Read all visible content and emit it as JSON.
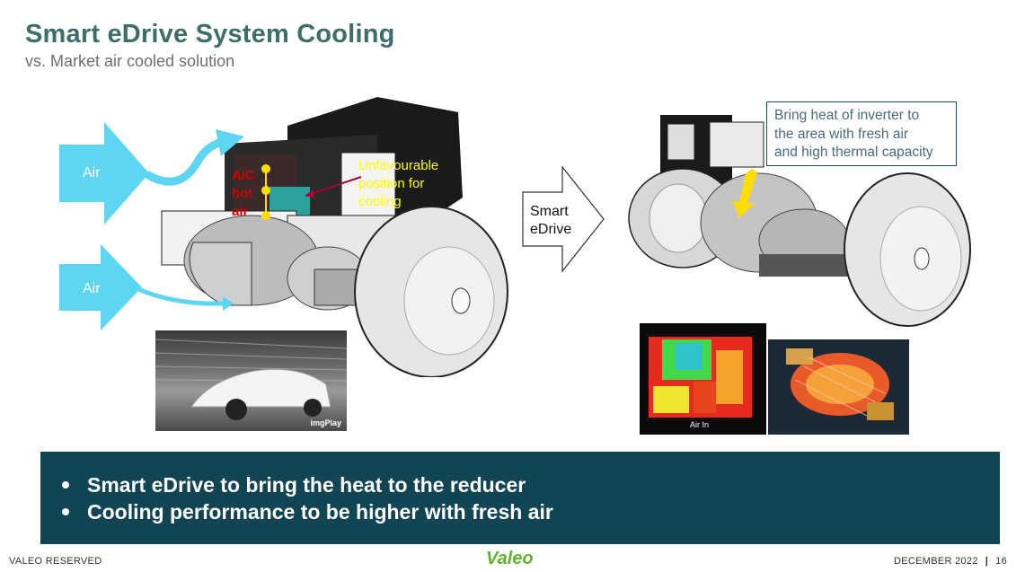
{
  "slide": {
    "title": "Smart eDrive System Cooling",
    "subtitle": "vs. Market air cooled solution"
  },
  "left_diagram": {
    "air_top_label": "Air",
    "air_bottom_label": "Air",
    "hot_air_label": "A/C\nhot\nair",
    "unfavourable_label": "Unfavourable\nposition for\ncooling"
  },
  "middle": {
    "smart_label": "Smart\neDrive"
  },
  "right_diagram": {
    "callout": "Bring heat of inverter to\nthe area with fresh air\nand high thermal capacity",
    "thermal_caption": "Air In"
  },
  "wind_tunnel_photo": {
    "watermark": "imgPlay"
  },
  "banner": {
    "bullets": [
      "Smart eDrive to bring the heat to the reducer",
      "Cooling performance to be higher with fresh air"
    ]
  },
  "footer": {
    "left": "VALEO RESERVED",
    "logo": "Valeo",
    "date": "DECEMBER 2022",
    "separator": "|",
    "page": "16"
  },
  "colors": {
    "title": "#3d6e69",
    "banner": "#114553",
    "air_arrow": "#5ed6f2",
    "annotation": "#ffff00",
    "logo": "#62b22f"
  },
  "icons": [
    "air-arrow-icon",
    "smart-edrive-arrow-icon"
  ]
}
